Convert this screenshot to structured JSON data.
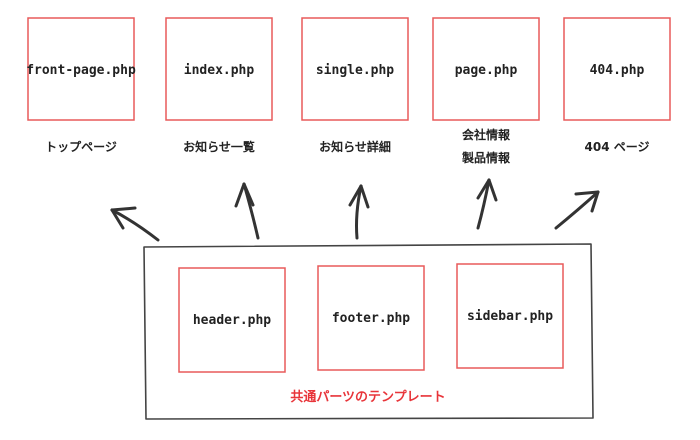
{
  "templates": [
    {
      "file": "front-page.php",
      "caption": [
        "トップページ"
      ]
    },
    {
      "file": "index.php",
      "caption": [
        "お知らせ一覧"
      ]
    },
    {
      "file": "single.php",
      "caption": [
        "お知らせ詳細"
      ]
    },
    {
      "file": "page.php",
      "caption": [
        "会社情報",
        "製品情報"
      ]
    },
    {
      "file": "404.php",
      "caption": [
        "404 ページ"
      ]
    }
  ],
  "shared": {
    "parts": [
      "header.php",
      "footer.php",
      "sidebar.php"
    ],
    "caption": "共通パーツのテンプレート"
  },
  "colors": {
    "box_border": "#e85a5a",
    "shared_caption": "#e8353a",
    "arrow": "#333333",
    "group_border": "#444444"
  }
}
